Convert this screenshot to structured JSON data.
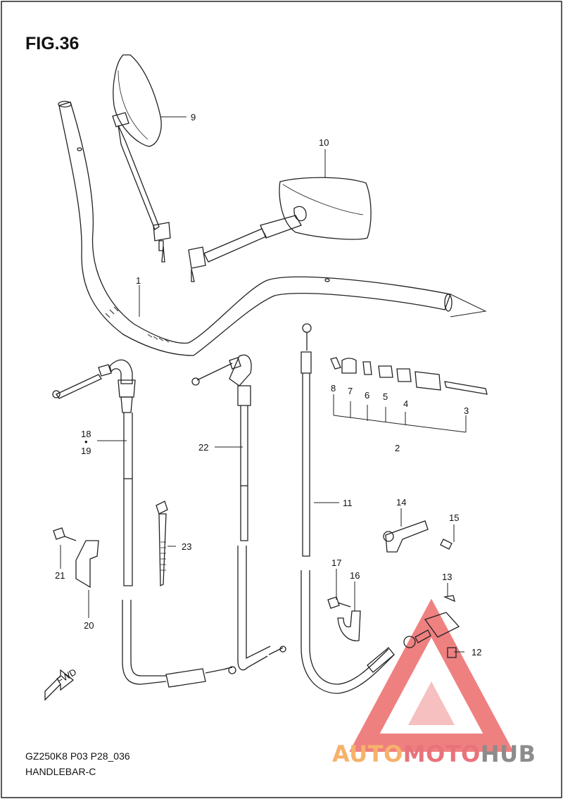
{
  "figure": {
    "title": "FIG.36",
    "model_code": "GZ250K8 P03 P28_036",
    "caption": "HANDLEBAR-C"
  },
  "callouts": [
    "1",
    "2",
    "3",
    "4",
    "5",
    "6",
    "7",
    "8",
    "9",
    "10",
    "11",
    "12",
    "13",
    "14",
    "15",
    "16",
    "17",
    "18",
    "19",
    "20",
    "21",
    "22",
    "23"
  ],
  "callout_18_19": {
    "top": "18",
    "dot": "•",
    "bottom": "19"
  },
  "direction_marker": {
    "label": "FWD",
    "icon": "arrow-icon"
  },
  "watermark": {
    "part1": "AUTO",
    "part2": "MOTO",
    "part3": "HUB",
    "colors": {
      "auto": "#f6b26b",
      "moto": "#e8737a",
      "hub": "#8c8c8c",
      "triangle": "#e94b4b"
    }
  }
}
